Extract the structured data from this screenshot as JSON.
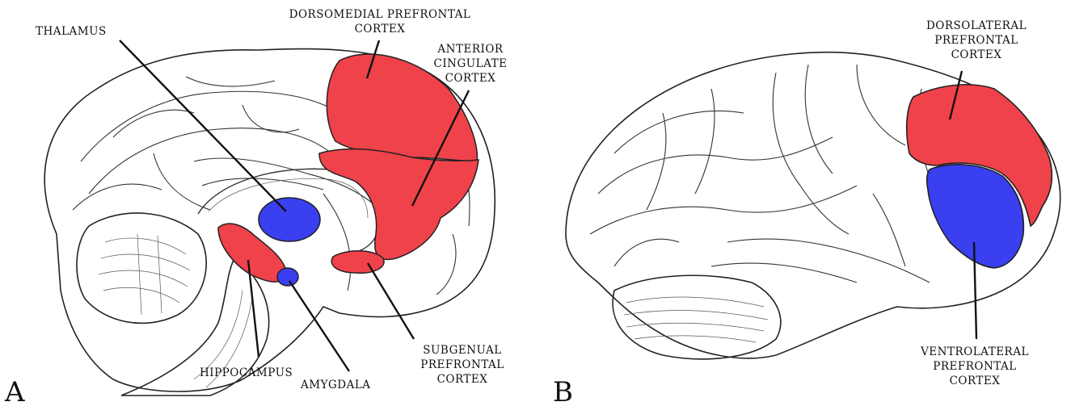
{
  "panels": {
    "a": {
      "letter": "A",
      "labels": {
        "thalamus": "THALAMUS",
        "dmpfc_1": "DORSOMEDIAL PREFRONTAL",
        "dmpfc_2": "CORTEX",
        "acc_1": "ANTERIOR",
        "acc_2": "CINGULATE",
        "acc_3": "CORTEX",
        "sgpfc_1": "SUBGENUAL",
        "sgpfc_2": "PREFRONTAL",
        "sgpfc_3": "CORTEX",
        "hippocampus": "HIPPOCAMPUS",
        "amygdala": "AMYGDALA"
      }
    },
    "b": {
      "letter": "B",
      "labels": {
        "dlpfc_1": "DORSOLATERAL",
        "dlpfc_2": "PREFRONTAL",
        "dlpfc_3": "CORTEX",
        "vlpfc_1": "VENTROLATERAL",
        "vlpfc_2": "PREFRONTAL",
        "vlpfc_3": "CORTEX"
      }
    }
  },
  "colors": {
    "highlight_red": "#f0424a",
    "highlight_blue": "#3a3ff0"
  }
}
